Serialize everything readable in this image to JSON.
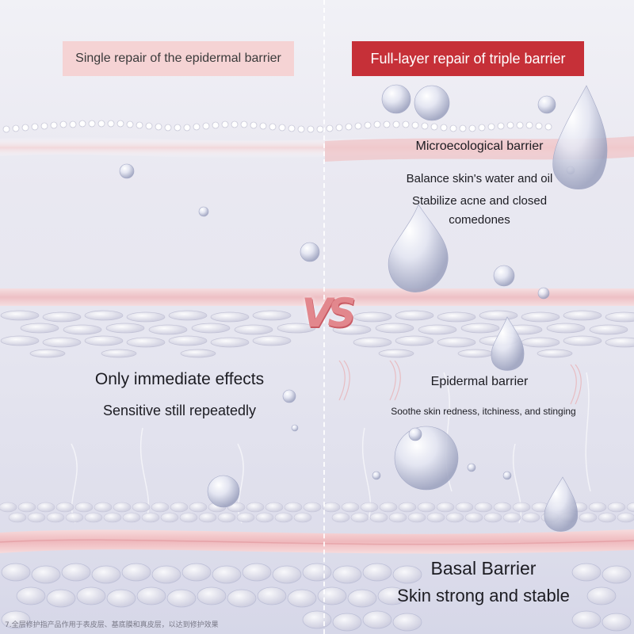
{
  "left_panel": {
    "label": "Single repair of the epidermal barrier",
    "effect_title": "Only immediate effects",
    "effect_sub": "Sensitive still repeatedly"
  },
  "right_panel": {
    "label": "Full-layer repair of triple barrier",
    "microecological": {
      "title": "Microecological barrier",
      "line1": "Balance skin's water and oil",
      "line2": "Stabilize acne and closed",
      "line3": "comedones"
    },
    "epidermal": {
      "title": "Epidermal barrier",
      "sub": "Soothe skin redness, itchiness, and stinging"
    },
    "basal": {
      "title": "Basal Barrier",
      "sub": "Skin strong and stable"
    }
  },
  "vs_text": "VS",
  "footnote": "7.全层修护指产品作用于表皮层、基底膜和真皮层，以达到修护效果",
  "colors": {
    "label_left_bg": "#f5d3d4",
    "label_right_bg": "#c63038",
    "vs": "#e2878d",
    "skin_pink": "#f2c3c6",
    "background": "#e8e8f0"
  }
}
